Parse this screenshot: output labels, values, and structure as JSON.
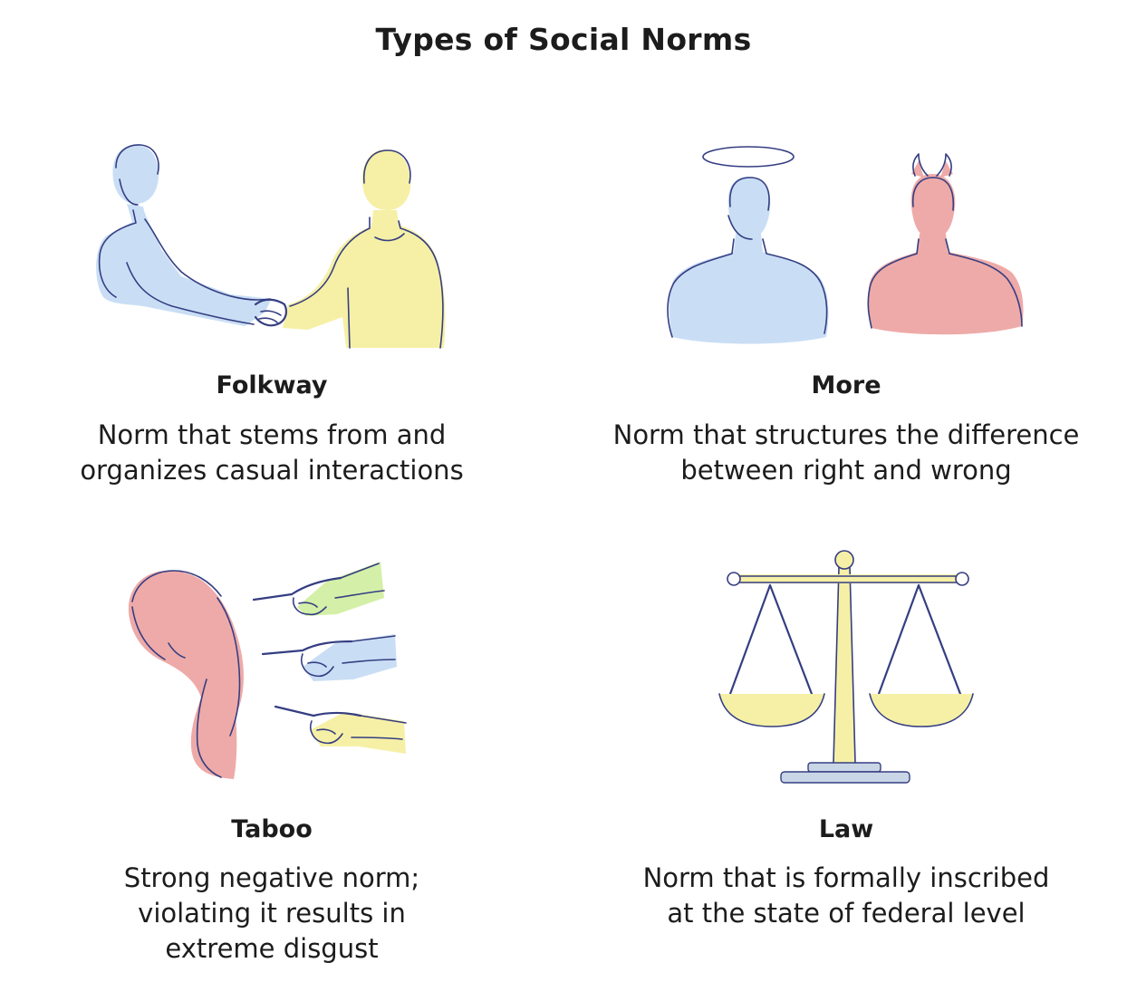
{
  "title": "Types of Social Norms",
  "colors": {
    "blue_fill": "#c9def5",
    "yellow_fill": "#f6f0a6",
    "red_fill": "#eeaaa8",
    "green_fill": "#d4f0a8",
    "ink": "#353e82"
  },
  "norms": [
    {
      "name": "Folkway",
      "description": "Norm that stems from and\norganizes casual interactions",
      "icon": "handshake-icon"
    },
    {
      "name": "More",
      "description": "Norm that structures the difference\nbetween right and wrong",
      "icon": "angel-devil-icon"
    },
    {
      "name": "Taboo",
      "description": "Strong negative norm;\nviolating it results in\nextreme disgust",
      "icon": "pointing-fingers-icon"
    },
    {
      "name": "Law",
      "description": "Norm that is formally inscribed\nat the state of federal level",
      "icon": "scales-of-justice-icon"
    }
  ]
}
